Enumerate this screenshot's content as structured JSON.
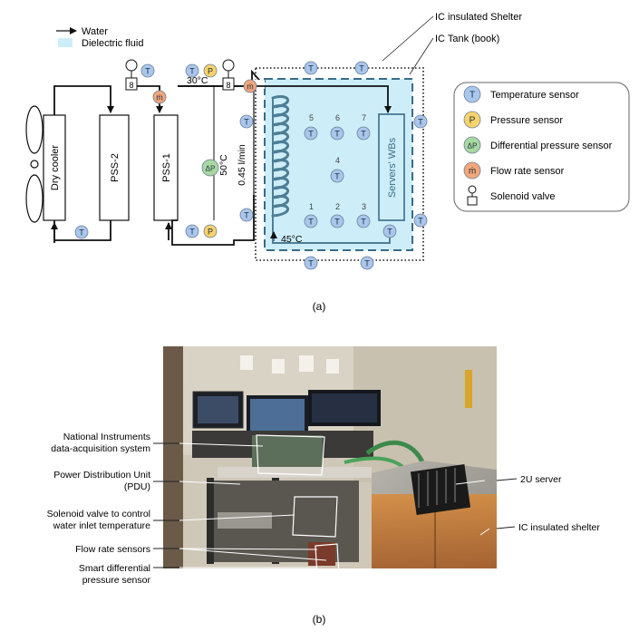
{
  "legend_top": {
    "water": "Water",
    "dielectric": "Dielectric fluid"
  },
  "shelter_label": "IC insulated Shelter",
  "tank_label": "IC Tank (book)",
  "components": {
    "dry_cooler": "Dry cooler",
    "pss2": "PSS-2",
    "pss1": "PSS-1",
    "servers_wbs": "Servers' WBs"
  },
  "annotations": {
    "temp_30": "30°C",
    "temp_50": "50°C",
    "temp_45": "45°C",
    "flow": "0.45 l/min"
  },
  "symbols": {
    "T": "T",
    "P": "P",
    "m": "ṁ",
    "dP": "ΔP"
  },
  "sensor_numbers": [
    "1",
    "2",
    "3",
    "4",
    "5",
    "6",
    "7"
  ],
  "sensor_legend": [
    {
      "symbol": "T",
      "label": "Temperature sensor",
      "color": "#a9c6ec"
    },
    {
      "symbol": "P",
      "label": "Pressure sensor",
      "color": "#f7d36b"
    },
    {
      "symbol": "ΔP",
      "label": "Differential pressure sensor",
      "color": "#a8d8a0"
    },
    {
      "symbol": "ṁ",
      "label": "Flow rate sensor",
      "color": "#f3a77a"
    },
    {
      "symbol": "",
      "label": "Solenoid valve",
      "color": "#ffffff"
    }
  ],
  "caption_a": "(a)",
  "caption_b": "(b)",
  "photo_labels": {
    "ni_line1": "National Instruments",
    "ni_line2": "data-acquisition system",
    "pdu_line1": "Power Distribution Unit",
    "pdu_line2": "(PDU)",
    "sol_line1": "Solenoid valve to control",
    "sol_line2": "water inlet temperature",
    "flow": "Flow rate sensors",
    "sdp_line1": "Smart differential",
    "sdp_line2": "pressure sensor",
    "server": "2U server",
    "shelter": "IC insulated shelter"
  },
  "colors": {
    "fluid": "#cdeef9",
    "tank_border": "#3a6b86",
    "coil": "#4d7e96",
    "temp": "#a9c6ec",
    "pressure": "#f7d36b",
    "diff": "#a8d8a0",
    "flow": "#f3a77a"
  }
}
